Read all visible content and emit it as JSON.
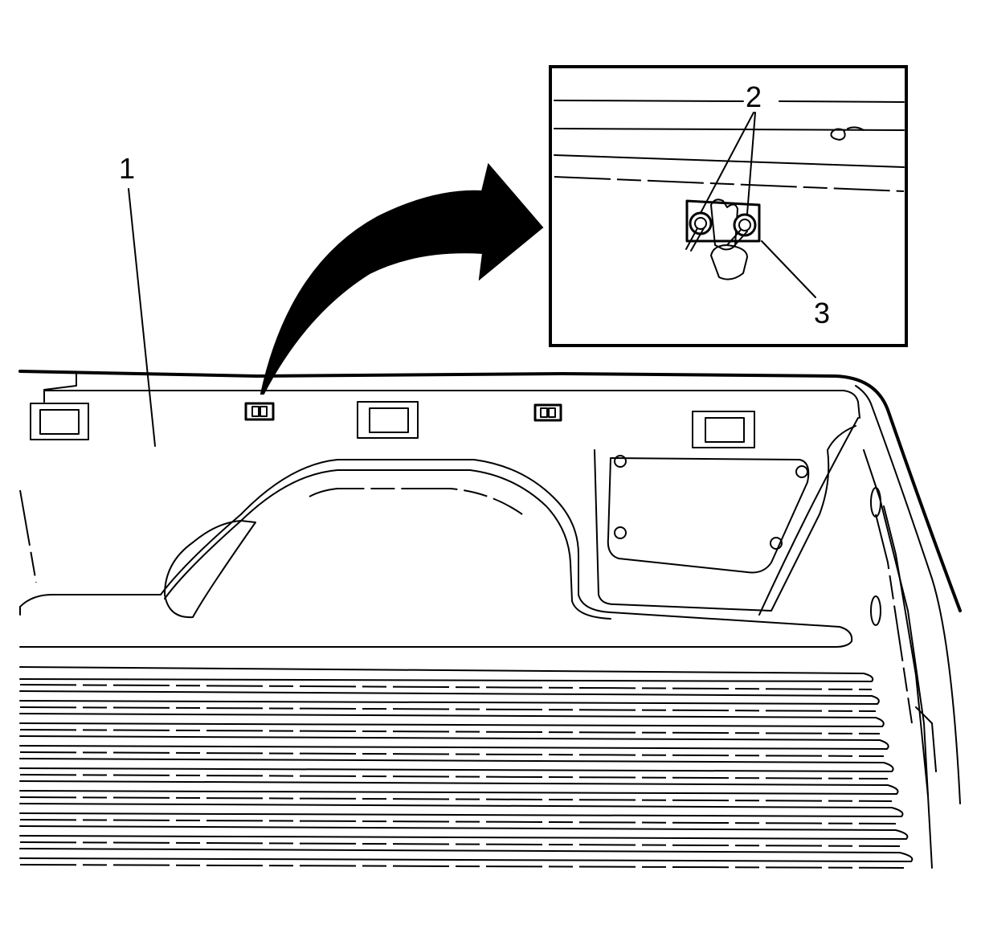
{
  "callouts": {
    "label_1": "1",
    "label_2": "2",
    "label_3": "3"
  },
  "colors": {
    "line": "#000000",
    "background": "#ffffff"
  }
}
